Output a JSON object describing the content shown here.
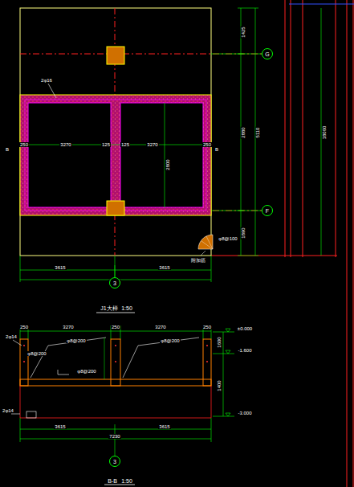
{
  "diagram": {
    "nodes": [
      {
        "text": [
          "G"
        ]
      },
      {
        "text": [
          "F"
        ]
      },
      {
        "text": [
          "3"
        ]
      },
      {
        "text": [
          "3"
        ]
      }
    ],
    "labels": [
      "B",
      "B",
      "250",
      "3270",
      "125",
      "125",
      "3270",
      "250",
      "2800",
      "2φ16",
      "1425",
      "2880",
      "5110",
      "1890",
      "18060",
      "φ8@100",
      "附加筋",
      "3615",
      "3615",
      "7230",
      "J1大样",
      "1:50",
      "250",
      "3270",
      "250",
      "3270",
      "250",
      "2φ14",
      "φ8@200",
      "φ8@200",
      "φ8@200",
      "φ8@200",
      "±0.000",
      "-1.600",
      "-3.000",
      "1600",
      "1400",
      "2φ14",
      "3615",
      "3615",
      "7230",
      "B-B",
      "1:50"
    ]
  }
}
